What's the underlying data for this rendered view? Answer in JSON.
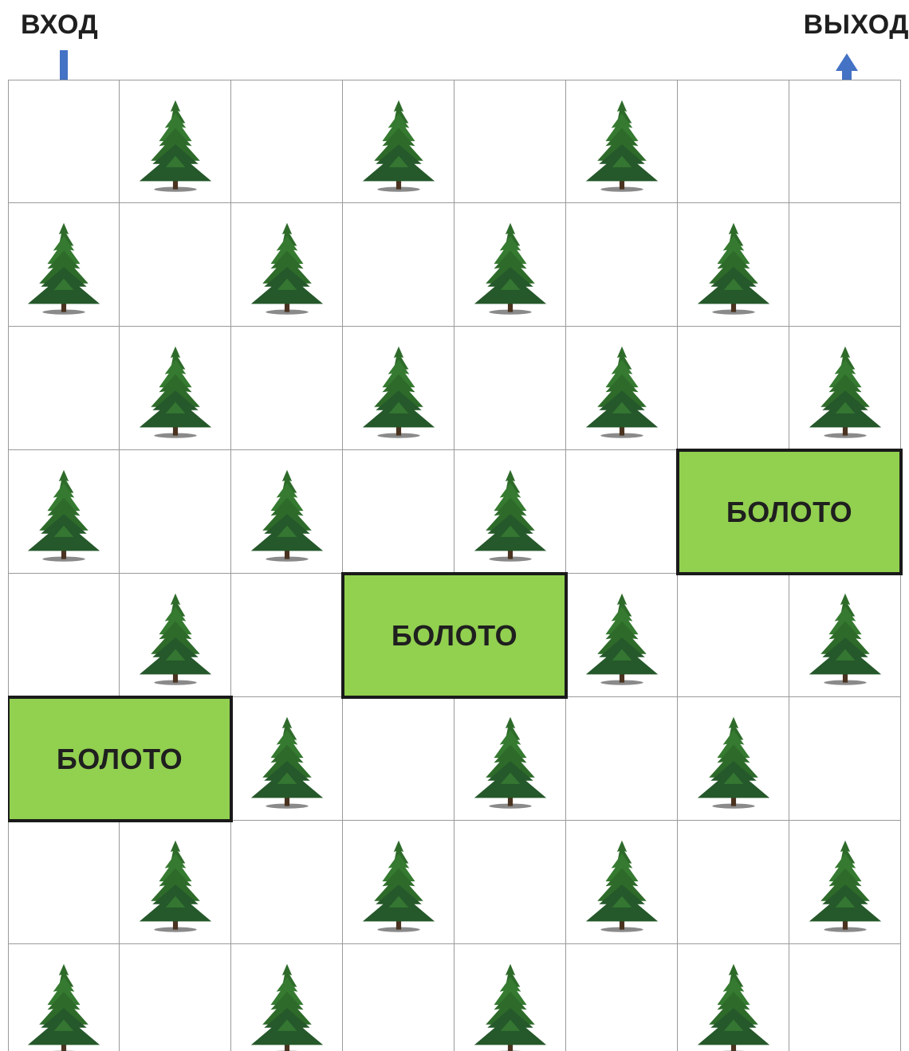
{
  "labels": {
    "entrance": "ВХОД",
    "exit": "ВЫХОД"
  },
  "colors": {
    "swamp": "#92d050",
    "tree": "#2e6b2a",
    "arrow": "#4472c4",
    "grid": "#9a9a9a"
  },
  "grid": {
    "rows": 8,
    "cols": 8,
    "tree_rows": [
      [
        0,
        1,
        0,
        1,
        0,
        1,
        0,
        0
      ],
      [
        1,
        0,
        1,
        0,
        1,
        0,
        1,
        0
      ],
      [
        0,
        1,
        0,
        1,
        0,
        1,
        0,
        1
      ],
      [
        1,
        0,
        1,
        0,
        1,
        0,
        0,
        0
      ],
      [
        0,
        1,
        0,
        0,
        0,
        1,
        0,
        1
      ],
      [
        0,
        0,
        1,
        0,
        1,
        0,
        1,
        0
      ],
      [
        0,
        1,
        0,
        1,
        0,
        1,
        0,
        1
      ],
      [
        1,
        0,
        1,
        0,
        1,
        0,
        1,
        0
      ]
    ],
    "entrance_col": 0,
    "exit_col": 7
  },
  "swamps": [
    {
      "label": "БОЛОТО",
      "row": 3,
      "col": 6,
      "colspan": 2
    },
    {
      "label": "БОЛОТО",
      "row": 4,
      "col": 3,
      "colspan": 2
    },
    {
      "label": "БОЛОТО",
      "row": 5,
      "col": 0,
      "colspan": 2
    }
  ]
}
